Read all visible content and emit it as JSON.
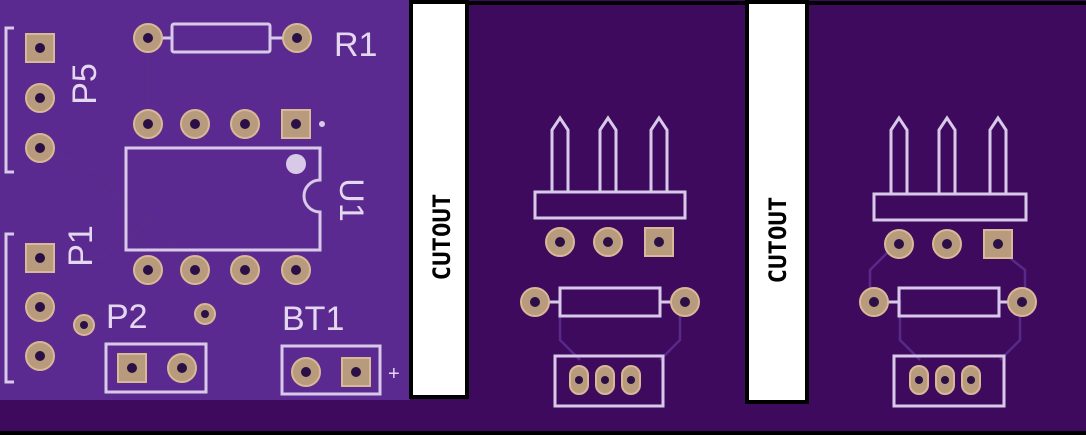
{
  "board": {
    "colors": {
      "background": "#ffffff",
      "board_main": "#5b2a90",
      "board_secondary": "#3e0a5e",
      "outline": "#000000",
      "silkscreen": "#d9c9e8",
      "pad": "#b89a7c"
    },
    "component_labels": {
      "r1": "R1",
      "p5": "P5",
      "u1": "U1",
      "p1": "P1",
      "p2": "P2",
      "bt1": "BT1",
      "plus": "+"
    },
    "cutout_labels": [
      "CUTOUT",
      "CUTOUT"
    ]
  }
}
